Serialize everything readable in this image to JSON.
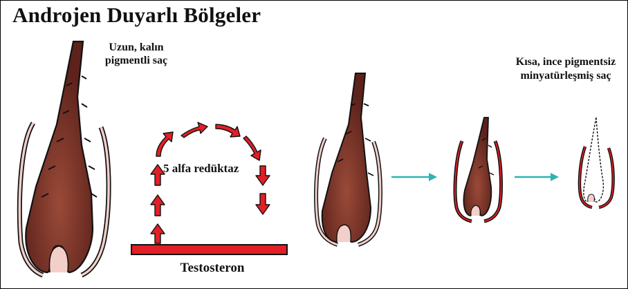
{
  "title": "Androjen Duyarlı Bölgeler",
  "labels": {
    "long_hair": "Uzun, kalın pigmentli saç",
    "short_hair": "Kısa, ince pigmentsiz minyatürleşmiş saç",
    "enzyme": "5 alfa redüktaz",
    "hormone": "Testosteron"
  },
  "colors": {
    "hair": "#6e2b22",
    "hair_dark": "#4a1d17",
    "bulb": "#7a3528",
    "sheath": "#f2cfc9",
    "arrow_red": "#e21f26",
    "arrow_teal": "#2fb3b3",
    "outline": "#111111"
  },
  "icons": [
    "hair-follicle-icon",
    "red-arrow-icon",
    "teal-arrow-icon"
  ]
}
